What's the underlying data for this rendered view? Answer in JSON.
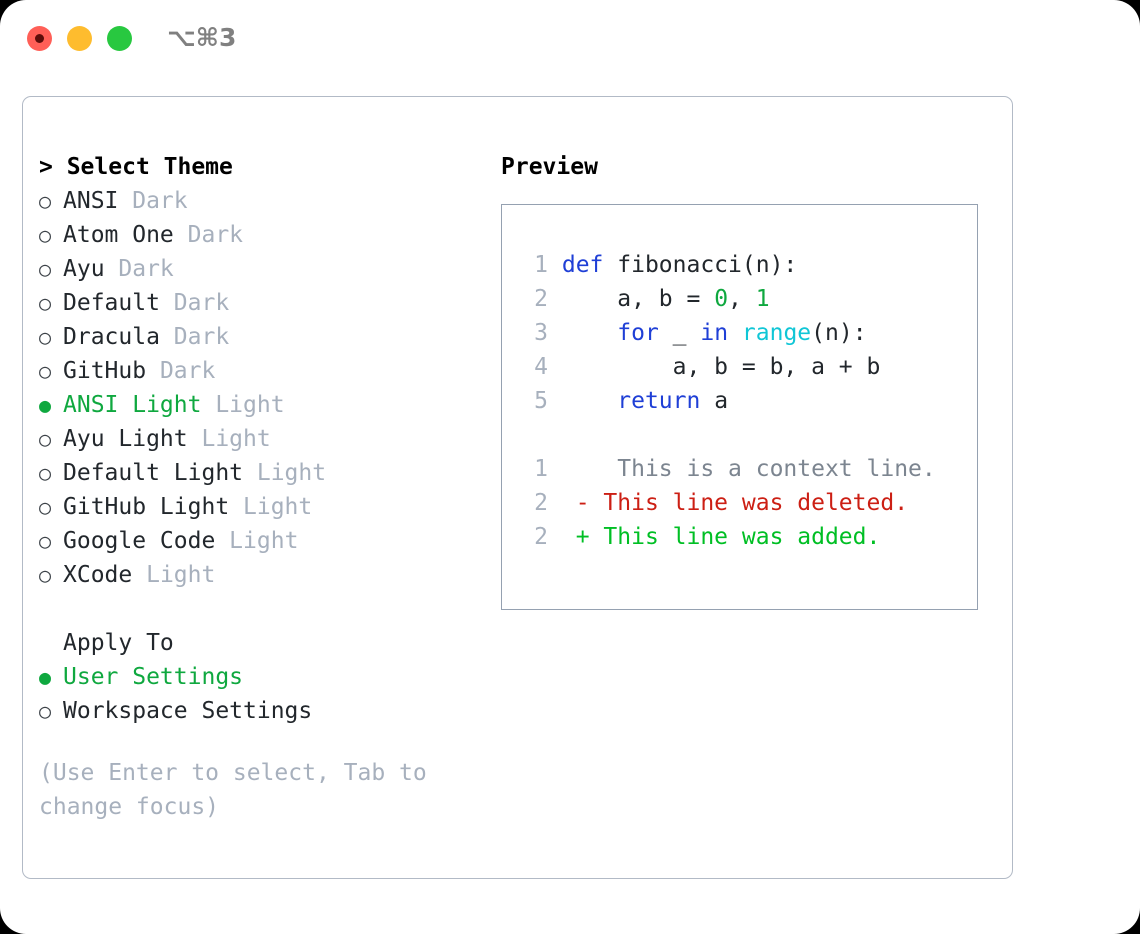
{
  "window": {
    "traffic_lights": [
      "close",
      "minimize",
      "maximize"
    ],
    "shortcut_label": "⌥⌘3",
    "colors": {
      "close": "#ff5f57",
      "minimize": "#febc2e",
      "maximize": "#28c840",
      "accent_green": "#0fa83f",
      "muted_gray": "#a7b0bd",
      "border": "#b2bac6",
      "preview_border": "#95a1b1",
      "keyword_blue": "#1f3fd6",
      "function_cyan": "#10c6d6",
      "number_green": "#0fa83f",
      "diff_delete_red": "#cc1f14",
      "diff_add_green": "#00bf24"
    }
  },
  "theme_picker": {
    "header_prefix": "> ",
    "header_label": "Select Theme",
    "bullet_unselected": "○",
    "bullet_selected": "●",
    "items": [
      {
        "name": "ANSI",
        "category": "Dark",
        "selected": false
      },
      {
        "name": "Atom One",
        "category": "Dark",
        "selected": false
      },
      {
        "name": "Ayu",
        "category": "Dark",
        "selected": false
      },
      {
        "name": "Default",
        "category": "Dark",
        "selected": false
      },
      {
        "name": "Dracula",
        "category": "Dark",
        "selected": false
      },
      {
        "name": "GitHub",
        "category": "Dark",
        "selected": false
      },
      {
        "name": "ANSI Light",
        "category": "Light",
        "selected": true
      },
      {
        "name": "Ayu Light",
        "category": "Light",
        "selected": false
      },
      {
        "name": "Default Light",
        "category": "Light",
        "selected": false
      },
      {
        "name": "GitHub Light",
        "category": "Light",
        "selected": false
      },
      {
        "name": "Google Code",
        "category": "Light",
        "selected": false
      },
      {
        "name": "XCode",
        "category": "Light",
        "selected": false
      }
    ]
  },
  "apply_to": {
    "title": "Apply To",
    "items": [
      {
        "label": "User Settings",
        "selected": true
      },
      {
        "label": "Workspace Settings",
        "selected": false
      }
    ]
  },
  "hint": "(Use Enter to select, Tab to change focus)",
  "preview": {
    "title": "Preview",
    "code_lines": [
      {
        "no": "1",
        "tokens": [
          {
            "t": "def",
            "k": "kw"
          },
          {
            "t": " fibonacci(n):",
            "k": "txt"
          }
        ]
      },
      {
        "no": "2",
        "tokens": [
          {
            "t": "    a, b = ",
            "k": "txt"
          },
          {
            "t": "0",
            "k": "num"
          },
          {
            "t": ", ",
            "k": "txt"
          },
          {
            "t": "1",
            "k": "num"
          }
        ]
      },
      {
        "no": "3",
        "tokens": [
          {
            "t": "    ",
            "k": "txt"
          },
          {
            "t": "for",
            "k": "kw"
          },
          {
            "t": " _ ",
            "k": "txt"
          },
          {
            "t": "in",
            "k": "kw"
          },
          {
            "t": " ",
            "k": "txt"
          },
          {
            "t": "range",
            "k": "fn"
          },
          {
            "t": "(n):",
            "k": "txt"
          }
        ]
      },
      {
        "no": "4",
        "tokens": [
          {
            "t": "        a, b = b, a + b",
            "k": "txt"
          }
        ]
      },
      {
        "no": "5",
        "tokens": [
          {
            "t": "    ",
            "k": "txt"
          },
          {
            "t": "return",
            "k": "kw"
          },
          {
            "t": " a",
            "k": "txt"
          }
        ]
      }
    ],
    "diff_lines": [
      {
        "no": "1",
        "marker": " ",
        "text": "  This is a context line.",
        "kind": "ctx"
      },
      {
        "no": "2",
        "marker": "-",
        "text": " This line was deleted.",
        "kind": "del"
      },
      {
        "no": "2",
        "marker": "+",
        "text": " This line was added.",
        "kind": "add"
      }
    ]
  }
}
